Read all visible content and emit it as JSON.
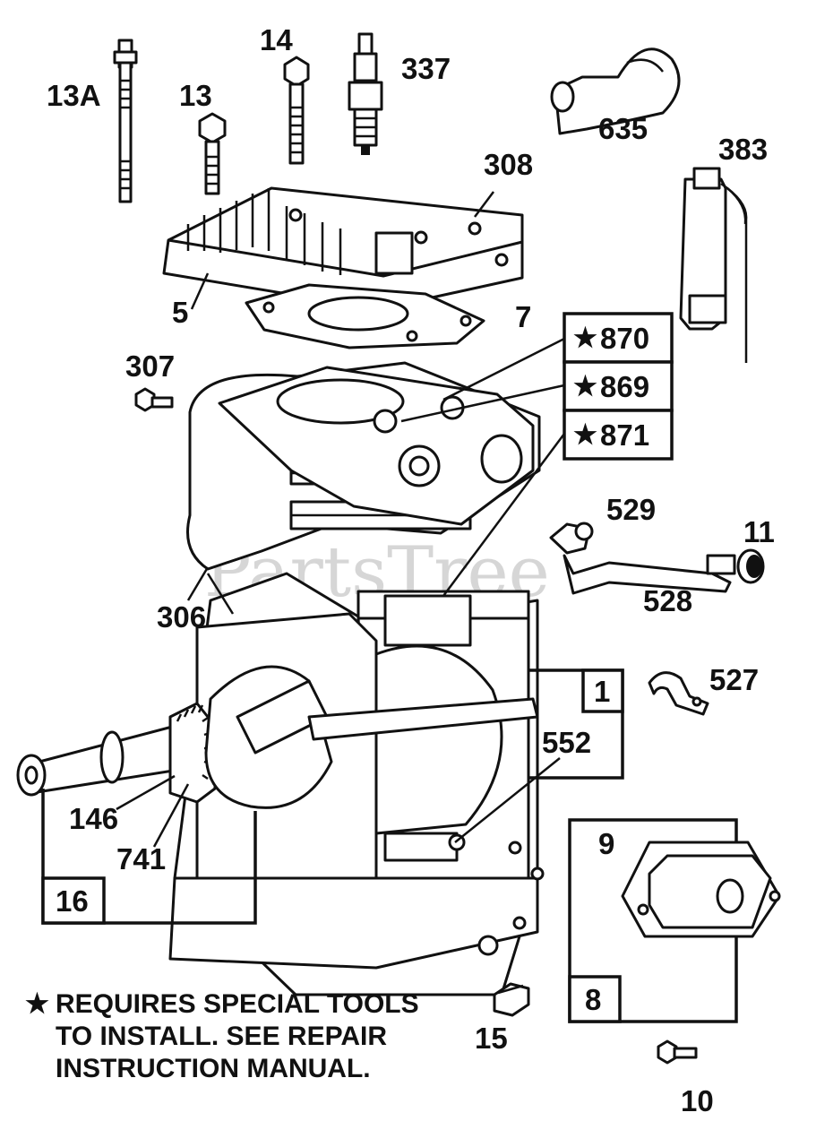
{
  "watermark": "PartsTree",
  "callouts": {
    "c13a": "13A",
    "c13": "13",
    "c14": "14",
    "c337": "337",
    "c635": "635",
    "c383": "383",
    "c308": "308",
    "c5": "5",
    "c7": "7",
    "c307": "307",
    "c870": "870",
    "c869": "869",
    "c871": "871",
    "c529": "529",
    "c11": "11",
    "c528": "528",
    "c306": "306",
    "c1": "1",
    "c527": "527",
    "c552": "552",
    "c146": "146",
    "c741": "741",
    "c16": "16",
    "c9": "9",
    "c8": "8",
    "c15": "15",
    "c10": "10"
  },
  "star_symbol": "★",
  "footnote": {
    "symbol": "★",
    "line1": "REQUIRES SPECIAL TOOLS",
    "line2": "TO INSTALL.  SEE REPAIR",
    "line3": "INSTRUCTION MANUAL."
  }
}
